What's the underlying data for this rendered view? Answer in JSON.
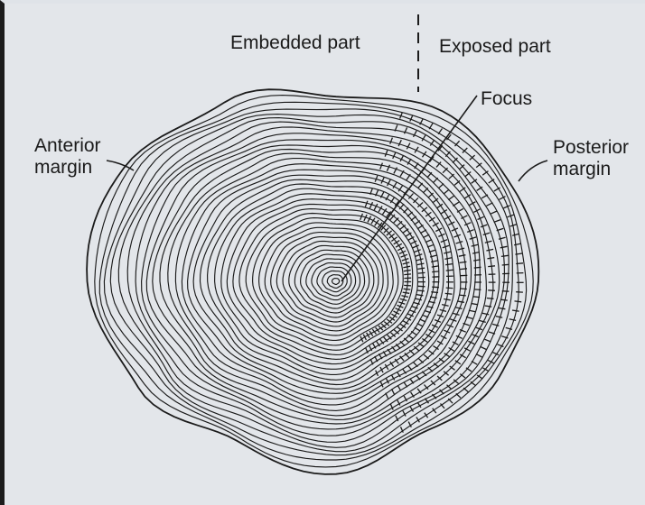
{
  "labels": {
    "embedded_part": "Embedded part",
    "exposed_part": "Exposed part",
    "focus": "Focus",
    "anterior_margin": [
      "Anterior",
      "margin"
    ],
    "posterior_margin": [
      "Posterior",
      "margin"
    ]
  },
  "colors": {
    "paper": "#e3e6ea",
    "ink": "#1b1b1b"
  }
}
